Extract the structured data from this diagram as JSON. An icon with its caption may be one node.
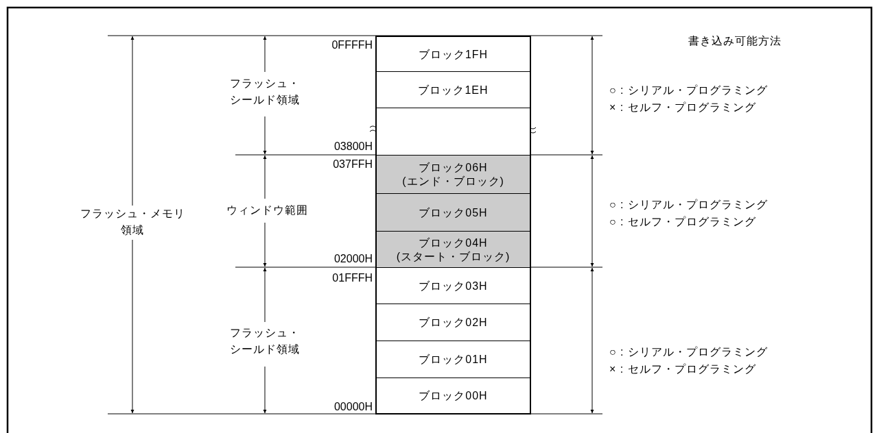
{
  "diagram": {
    "nodes": [
      {
        "text": [
          "ブロック1FH"
        ]
      },
      {
        "text": [
          "ブロック1EH"
        ]
      },
      {
        "text": [],
        "shape": "box"
      },
      {
        "text": [
          "ブロック06H",
          "(エンド・ブロック)"
        ]
      },
      {
        "text": [
          "ブロック05H"
        ]
      },
      {
        "text": [
          "ブロック04H",
          "(スタート・ブロック)"
        ]
      },
      {
        "text": [
          "ブロック03H"
        ]
      },
      {
        "text": [
          "ブロック02H"
        ]
      },
      {
        "text": [
          "ブロック01H"
        ]
      },
      {
        "text": [
          "ブロック00H"
        ]
      }
    ],
    "labels": [
      "書き込み可能方法",
      "0FFFFH",
      "フラッシュ・シールド領域",
      "○ : シリアル・プログラミング",
      "× : セルフ・プログラミング",
      "03800H",
      "037FFH",
      "フラッシュ・メモリ領域",
      "ウィンドウ範囲",
      "○ : シリアル・プログラミング",
      "○ : セルフ・プログラミング",
      "02000H",
      "01FFFH",
      "フラッシュ・シールド領域",
      "○ : シリアル・プログラミング",
      "× : セルフ・プログラミング",
      "00000H"
    ]
  }
}
